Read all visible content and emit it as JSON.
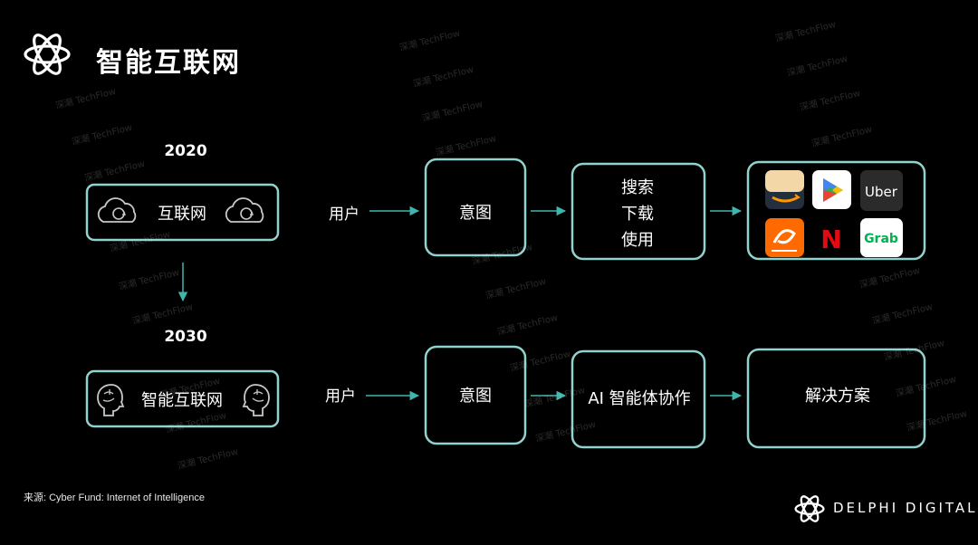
{
  "header": {
    "logo_icon": "delphi-flower-logo-icon",
    "title": "智能互联网"
  },
  "rows": [
    {
      "year": "2020",
      "internet_box": {
        "label": "互联网",
        "icon": "cloud-sync-icon"
      },
      "user_label": "用户",
      "intent_box": "意图",
      "action_box": [
        "搜索",
        "下载",
        "使用"
      ],
      "apps": [
        {
          "name": "amazon",
          "icon": "amazon-icon",
          "color": "#232f3e",
          "accent": "#ff9900"
        },
        {
          "name": "google-play",
          "icon": "google-play-icon",
          "color": "#ffffff"
        },
        {
          "name": "uber",
          "icon": "uber-icon",
          "color": "#2b2b2b",
          "text": "Uber"
        },
        {
          "name": "alibaba",
          "icon": "alibaba-icon",
          "color": "#ff6a00"
        },
        {
          "name": "netflix",
          "icon": "netflix-icon",
          "color": "#000000",
          "text": "N",
          "text_color": "#e50914"
        },
        {
          "name": "grab",
          "icon": "grab-icon",
          "color": "#ffffff",
          "text": "Grab",
          "text_color": "#00b14f"
        }
      ]
    },
    {
      "year": "2030",
      "internet_box": {
        "label": "智能互联网",
        "icon": "brain-icon"
      },
      "user_label": "用户",
      "intent_box": "意图",
      "action_box": [
        "AI 智能体协作"
      ],
      "result_box": "解决方案"
    }
  ],
  "colors": {
    "background": "#000000",
    "box_border": "#8fd3cf",
    "arrow": "#3fb6ad"
  },
  "source": "来源: Cyber Fund: Internet of Intelligence",
  "footer_brand": "DELPHI DIGITAL",
  "watermark": "深潮 TechFlow"
}
